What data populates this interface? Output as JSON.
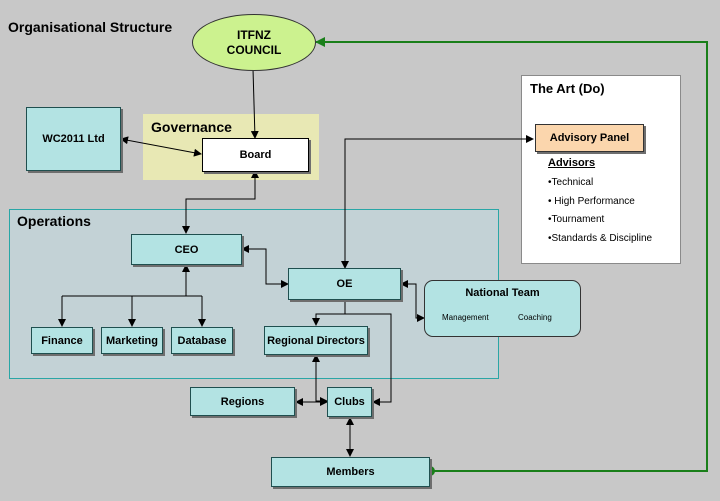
{
  "page_title": "Organisational Structure",
  "council": {
    "line1": "ITFNZ",
    "line2": "COUNCIL"
  },
  "regions": {
    "governance": "Governance",
    "operations": "Operations"
  },
  "nodes": {
    "wc2011": "WC2011 Ltd",
    "board": "Board",
    "ceo": "CEO",
    "oe": "OE",
    "finance": "Finance",
    "marketing": "Marketing",
    "database": "Database",
    "regional_directors": "Regional Directors",
    "regions": "Regions",
    "clubs": "Clubs",
    "members": "Members"
  },
  "national_team": {
    "title": "National Team",
    "management": "Management",
    "coaching": "Coaching"
  },
  "art": {
    "title": "The Art  (Do)",
    "advisory_panel": "Advisory Panel",
    "advisors_label": "Advisors",
    "advisors": [
      "•Technical",
      "• High Performance",
      "•Tournament",
      "•Standards & Discipline"
    ]
  },
  "colors": {
    "background": "#c8c8c8",
    "node_fill": "#b3e3e3",
    "council_fill": "#ccf28f",
    "governance_fill": "#e8e8b4",
    "operations_fill": "#c3d2d6",
    "advisory_fill": "#fbd6ad",
    "feedback_line": "#1a7f1a"
  }
}
